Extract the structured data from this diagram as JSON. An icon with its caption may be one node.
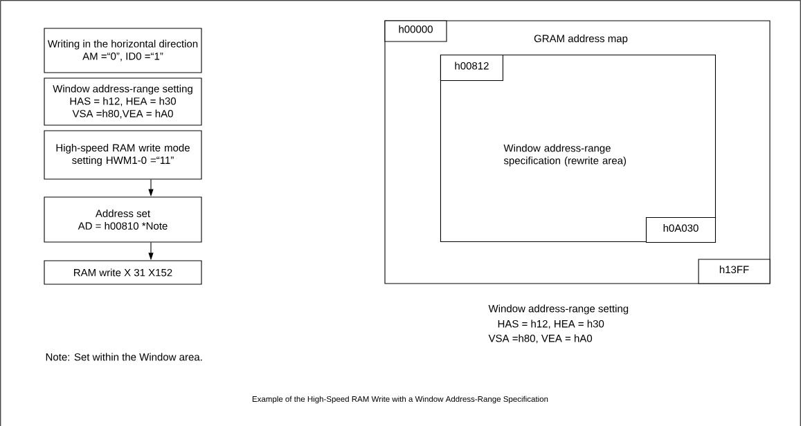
{
  "diagram": {
    "caption": "Example of the High-Speed RAM Write with a Window Address-Range Specification",
    "nodes": [
      {
        "text": [
          "Writing in the horizontal direction",
          "AM =“0”, ID0 =“1”"
        ]
      },
      {
        "text": [
          "Window address-range setting",
          "HAS = h12,  HEA =  h30",
          "VSA =h80,VEA = hA0"
        ]
      },
      {
        "text": [
          "High-speed RAM write mode setting HWM1-0 =“11”"
        ]
      },
      {
        "text": [
          "Address set",
          "AD = h00810 *Note"
        ]
      },
      {
        "text": [
          "RAM write X 31 X152"
        ]
      },
      {
        "text": [
          "GRAM address map"
        ]
      },
      {
        "text": [
          "h00000"
        ],
        "in": 5
      },
      {
        "text": [
          "Window address-range specification (rewrite area)"
        ],
        "in": 5
      },
      {
        "text": [
          "h00812"
        ],
        "in": 7
      },
      {
        "text": [
          "h0A030"
        ],
        "in": 7
      },
      {
        "text": [
          "h13FF"
        ],
        "in": 5
      }
    ],
    "edges": [
      {
        "from": 2,
        "to": 3,
        "arrow": "to"
      },
      {
        "from": 3,
        "to": 4,
        "arrow": "to"
      }
    ],
    "labels": [
      "Window address-range setting",
      "HAS = h12,  HEA =  h30",
      "VSA =h80, VEA = hA0",
      "Note: Set within the Window area."
    ]
  }
}
